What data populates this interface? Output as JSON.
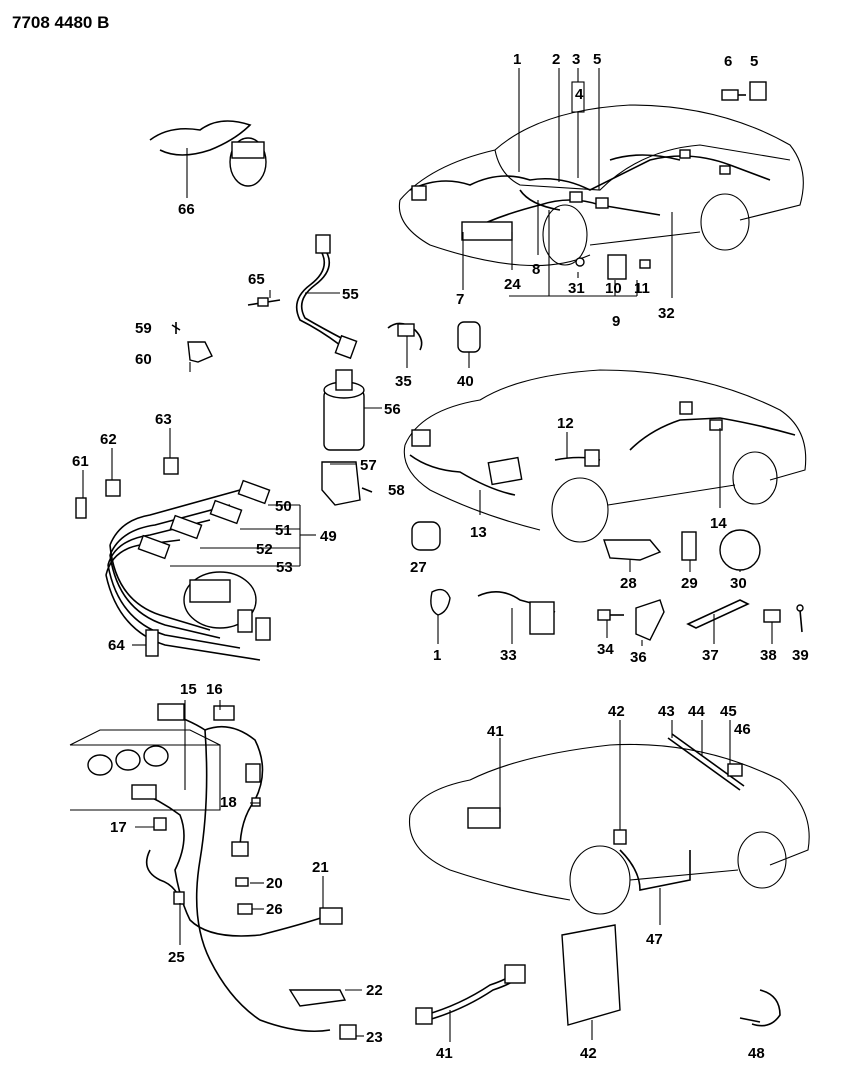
{
  "diagram_code": "7708 4480 B",
  "callouts": {
    "c1": "1",
    "c2": "2",
    "c3": "3",
    "c4": "4",
    "c5a": "5",
    "c5b": "5",
    "c6": "6",
    "c7": "7",
    "c8": "8",
    "c9": "9",
    "c10": "10",
    "c11": "11",
    "c12": "12",
    "c13": "13",
    "c14": "14",
    "c15": "15",
    "c16": "16",
    "c17": "17",
    "c18": "18",
    "c20": "20",
    "c21": "21",
    "c22": "22",
    "c23": "23",
    "c24": "24",
    "c25": "25",
    "c26": "26",
    "c27": "27",
    "c28": "28",
    "c29": "29",
    "c30": "30",
    "c31": "31",
    "c32": "32",
    "c33": "33",
    "c34": "34",
    "c35": "35",
    "c36": "36",
    "c37": "37",
    "c38": "38",
    "c39": "39",
    "c40": "40",
    "c41a": "41",
    "c41b": "41",
    "c42a": "42",
    "c42b": "42",
    "c43": "43",
    "c44": "44",
    "c45": "45",
    "c46": "46",
    "c47": "47",
    "c48": "48",
    "c49": "49",
    "c50": "50",
    "c51": "51",
    "c52": "52",
    "c53": "53",
    "c55": "55",
    "c56": "56",
    "c57": "57",
    "c58": "58",
    "c59": "59",
    "c60": "60",
    "c61": "61",
    "c62": "62",
    "c63": "63",
    "c64": "64",
    "c65": "65",
    "c66": "66",
    "c1b": "1"
  }
}
